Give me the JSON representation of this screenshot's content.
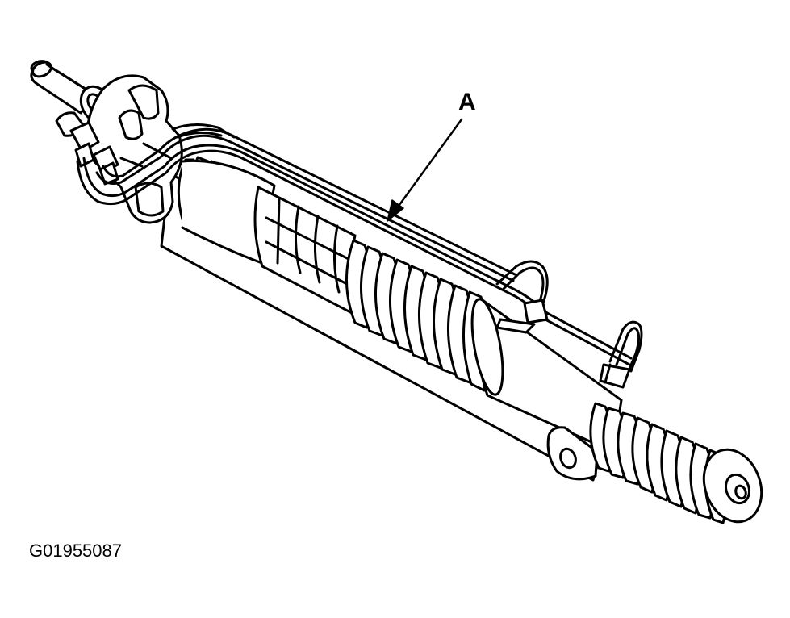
{
  "diagram": {
    "subject_icon": "power-steering-rack-icon",
    "callouts": [
      {
        "id": "A",
        "label": "A"
      }
    ],
    "figure_code": "G01955087",
    "line_color": "#000000",
    "background_color": "#ffffff"
  }
}
